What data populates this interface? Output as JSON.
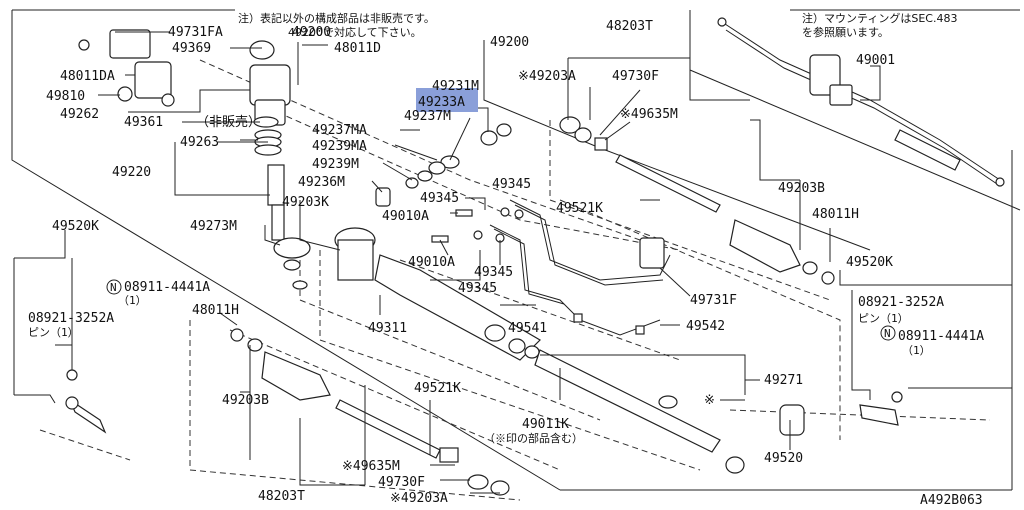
{
  "notes": {
    "top_left": "注）表記以外の構成部品は非販売です。",
    "top_left_2": "49200で対応して下さい。",
    "top_right": "注）マウンティングはSEC.483",
    "top_right_2": "を参照願います。"
  },
  "labels": {
    "p49731FA": "49731FA",
    "p49369": "49369",
    "p49200top": "49200",
    "p48011D": "48011D",
    "p48011DA": "48011DA",
    "p49810": "49810",
    "p49262": "49262",
    "p49361": "49361",
    "hihanbai": "（非販売）",
    "p49263": "49263",
    "p49220": "49220",
    "p49231M": "49231M",
    "p49233A": "49233A",
    "p49237M": "49237M",
    "p49237MA": "49237MA",
    "p49239MA": "49239MA",
    "p49239M": "49239M",
    "p49236M": "49236M",
    "p49203K": "49203K",
    "p49273M": "49273M",
    "p49203A": "※49203A",
    "p49730F": "49730F",
    "p49635M": "※49635M",
    "p48203T": "48203T",
    "p49345a": "49345",
    "p49345b": "49345",
    "p49010A": "49010A",
    "p49521K": "49521K",
    "p49010A2": "49010A",
    "p49345c": "49345",
    "p49345d": "49345",
    "p49731F": "49731F",
    "p49311": "49311",
    "p49541": "49541",
    "p49542": "49542",
    "p49001": "49001",
    "p49203B": "49203B",
    "p48011H": "48011H",
    "p49520Kright": "49520K",
    "p08921right": "08921-3252A",
    "pinright": "ピン（1）",
    "p08911right": "08911-4441A",
    "oneright": "（1）",
    "p49520Kleft": "49520K",
    "p08911left": "08911-4441A",
    "oneleft": "（1）",
    "p08921left": "08921-3252A",
    "pinleft": "ピン（1）",
    "p48011Hleft": "48011H",
    "p49203Bleft": "49203B",
    "p49521Kbottom": "49521K",
    "p49635Mbottom": "※49635M",
    "p49730Fbottom": "49730F",
    "p49203Abottom": "※49203A",
    "p48203Tbottom": "48203T",
    "p49271": "49271",
    "star": "※",
    "p49011K": "49011K",
    "p49011Knote": "（※印の部品含む）",
    "p49520": "49520",
    "code": "A492B063",
    "n_circle": "N"
  }
}
